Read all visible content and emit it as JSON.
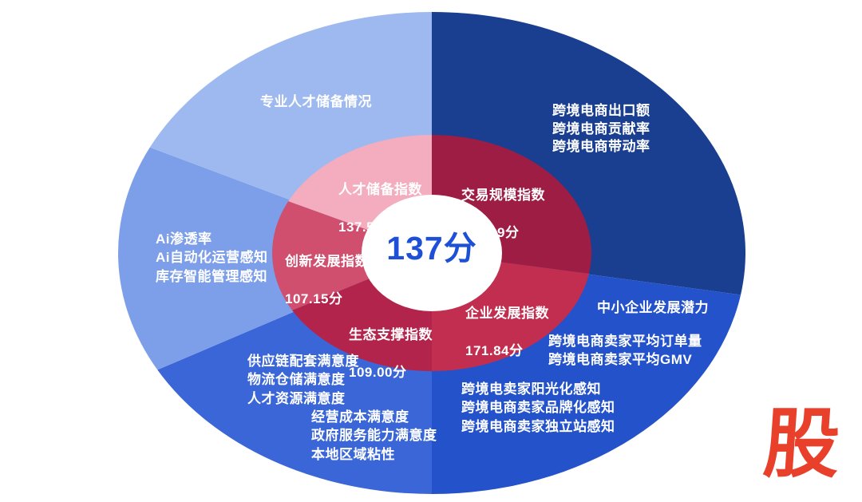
{
  "page": {
    "background_color": "#ffffff"
  },
  "center": {
    "score_label": "137分",
    "text_color": "#1d50d6"
  },
  "logo": {
    "text": "股",
    "color": "#e8402b"
  },
  "chart_data": {
    "type": "pie",
    "subtype": "sunburst",
    "shape": "ellipse",
    "grid": false,
    "legend": "none",
    "center_label": "137分",
    "angle_convention": "degrees clockwise from 12 o'clock",
    "inner_ring": [
      {
        "id": "trade",
        "name": "交易规模指数",
        "score_label": "148.09分",
        "value": 148.09,
        "start_angle": 0,
        "end_angle": 100,
        "color": "#9d1d45"
      },
      {
        "id": "enterprise",
        "name": "企业发展指数",
        "score_label": "171.84分",
        "value": 171.84,
        "start_angle": 100,
        "end_angle": 180,
        "color": "#c22e50"
      },
      {
        "id": "ecosystem",
        "name": "生态支撑指数",
        "score_label": "109.00分",
        "value": 109.0,
        "start_angle": 180,
        "end_angle": 241,
        "color": "#b3244c"
      },
      {
        "id": "innovation",
        "name": "创新发展指数",
        "score_label": "107.15分",
        "value": 107.15,
        "start_angle": 241,
        "end_angle": 296,
        "color": "#d04e6e"
      },
      {
        "id": "talent",
        "name": "人才储备指数",
        "score_label": "137.5分",
        "value": 137.5,
        "start_angle": 296,
        "end_angle": 360,
        "color": "#f4adbe"
      }
    ],
    "outer_ring": [
      {
        "id": "trade",
        "start_angle": 0,
        "end_angle": 100,
        "color": "#1a3f90",
        "indicator_groups": [
          [
            "跨境电商出口额",
            "跨境电商贡献率",
            "跨境电商带动率"
          ]
        ]
      },
      {
        "id": "enterprise",
        "start_angle": 100,
        "end_angle": 180,
        "color": "#2452cb",
        "indicator_groups": [
          [
            "中小企业发展潜力"
          ],
          [
            "跨境电商卖家平均订单量",
            "跨境电商卖家平均GMV"
          ],
          [
            "跨境电卖家阳光化感知",
            "跨境电商卖家品牌化感知",
            "跨境电商卖家独立站感知"
          ]
        ]
      },
      {
        "id": "ecosystem",
        "start_angle": 180,
        "end_angle": 241,
        "color": "#3a66d7",
        "indicator_groups": [
          [
            "供应链配套满意度",
            "物流仓储满意度",
            "人才资源满意度"
          ],
          [
            "经营成本满意度",
            "政府服务能力满意度",
            "本地区域粘性"
          ]
        ]
      },
      {
        "id": "innovation",
        "start_angle": 241,
        "end_angle": 296,
        "color": "#7d9ee9",
        "indicator_groups": [
          [
            "Ai渗透率",
            "Ai自动化运营感知",
            "库存智能管理感知"
          ]
        ]
      },
      {
        "id": "talent",
        "start_angle": 296,
        "end_angle": 360,
        "color": "#9db9f0",
        "indicator_groups": [
          [
            "专业人才储备情况"
          ]
        ]
      }
    ]
  }
}
